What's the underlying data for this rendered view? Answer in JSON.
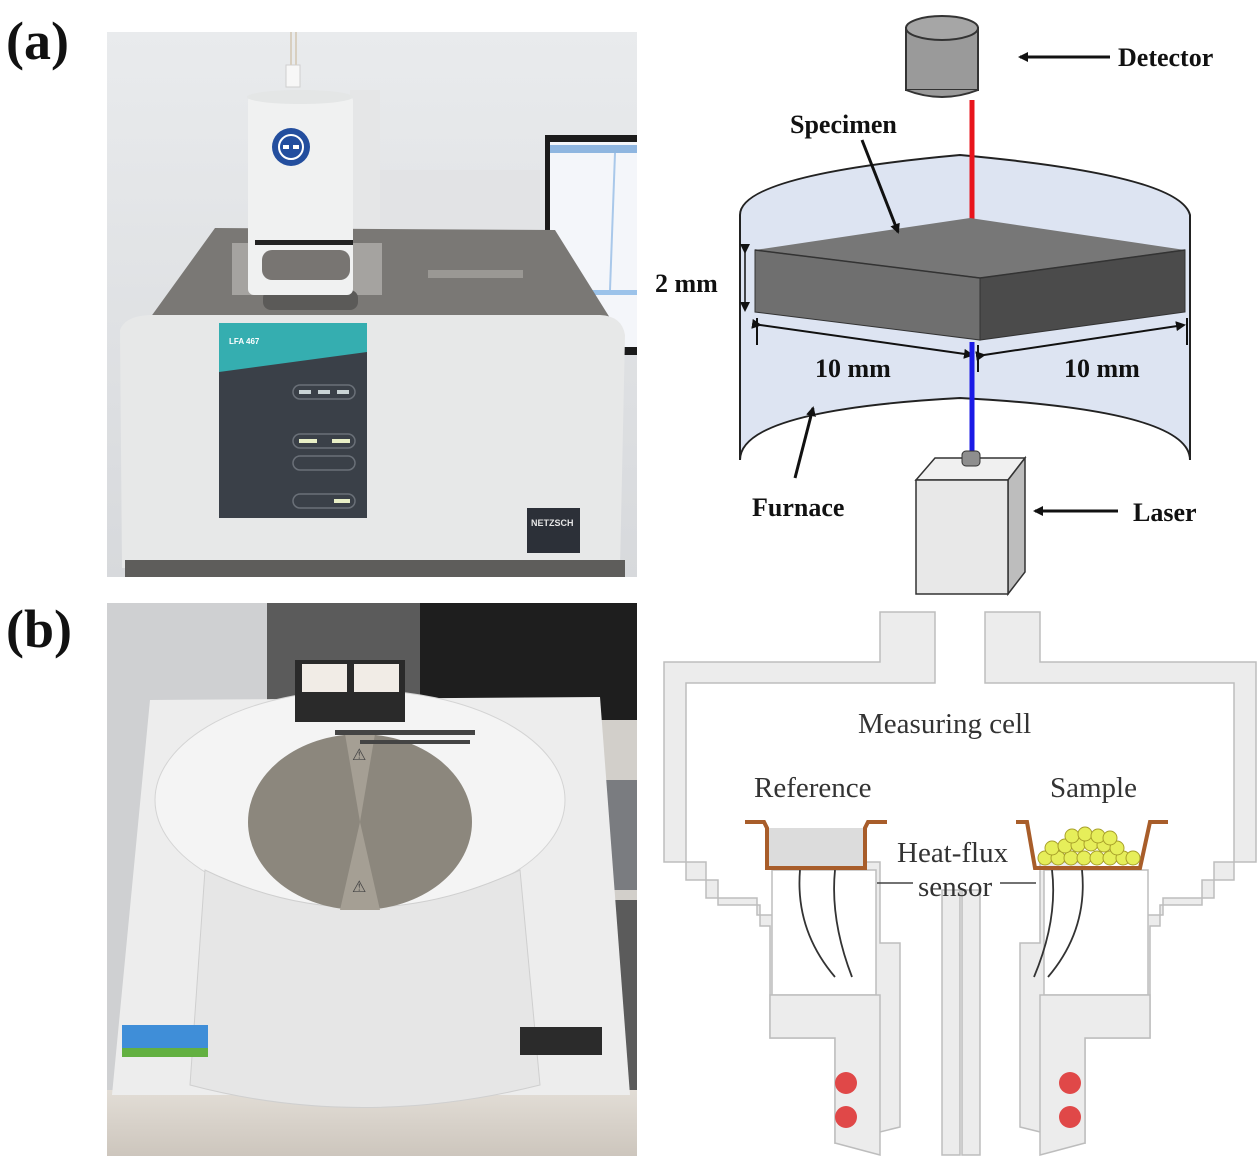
{
  "figure": {
    "panel_a": {
      "label": "(a)",
      "photo": {
        "description": "LFA 467 HyperFlash laser flash analyzer (NETZSCH)",
        "model_text": "LFA 467",
        "brand_text": "NETZSCH"
      },
      "schematic": {
        "labels": {
          "detector": "Detector",
          "specimen": "Specimen",
          "thickness": "2 mm",
          "width_left": "10 mm",
          "width_right": "10 mm",
          "furnace": "Furnace",
          "laser": "Laser"
        },
        "colors": {
          "detector_beam": "#e8141c",
          "laser_beam": "#1a1ae6",
          "furnace_fill": "#dde4f2"
        }
      }
    },
    "panel_b": {
      "label": "(b)",
      "photo": {
        "description": "Differential scanning calorimeter instrument"
      },
      "schematic": {
        "labels": {
          "measuring_cell": "Measuring cell",
          "reference": "Reference",
          "sample": "Sample",
          "heat_flux": "Heat-flux",
          "sensor": "sensor"
        },
        "colors": {
          "pan": "#a85d2a",
          "sample_particles": "#e6ee5a",
          "heater": "#e04848",
          "cell_wall": "#ececec"
        }
      }
    }
  }
}
